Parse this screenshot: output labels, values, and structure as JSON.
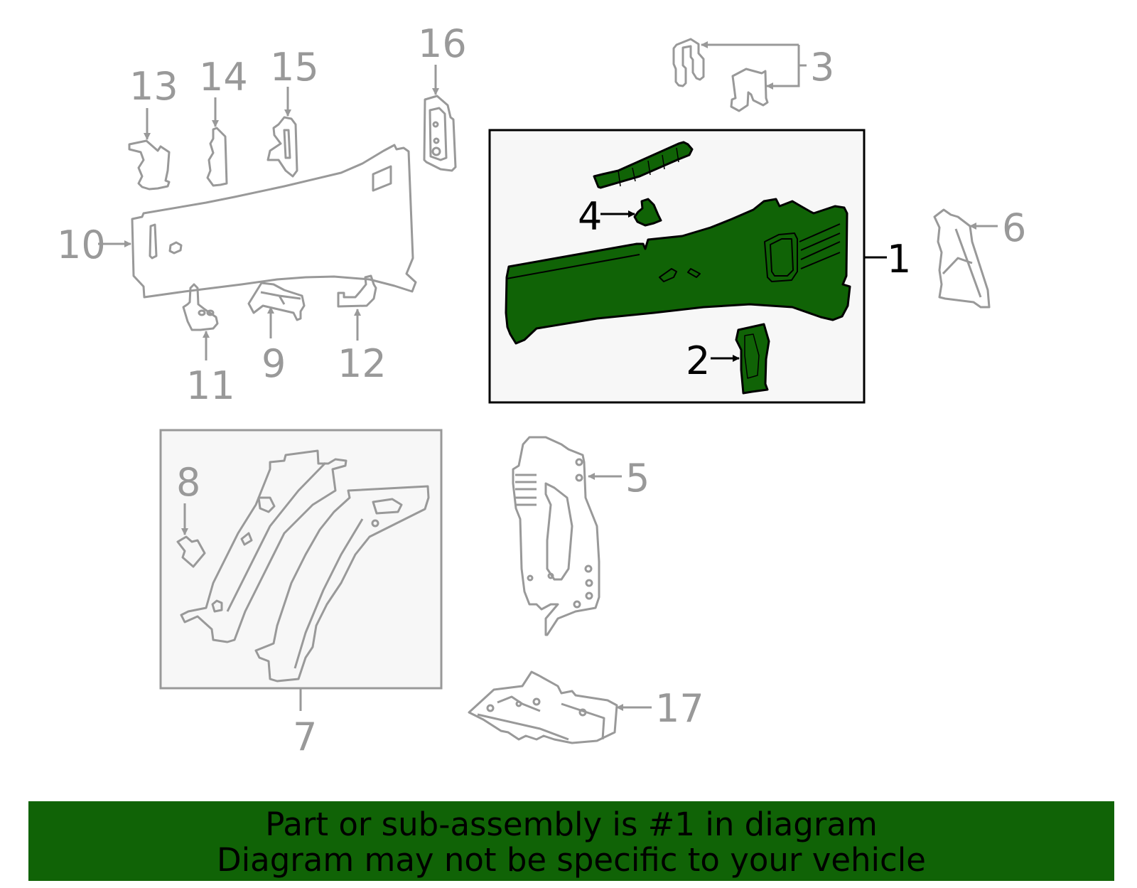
{
  "diagram": {
    "highlight_color": "#106306",
    "part_outline_color": "#999999",
    "highlighted_part_outline_color": "#000000",
    "assembly_box_fill": "#f7f7f7",
    "callouts": [
      {
        "id": "1",
        "label": "1",
        "highlighted": true
      },
      {
        "id": "2",
        "label": "2",
        "highlighted": true
      },
      {
        "id": "3",
        "label": "3",
        "highlighted": false
      },
      {
        "id": "4",
        "label": "4",
        "highlighted": true
      },
      {
        "id": "5",
        "label": "5",
        "highlighted": false
      },
      {
        "id": "6",
        "label": "6",
        "highlighted": false
      },
      {
        "id": "7",
        "label": "7",
        "highlighted": false
      },
      {
        "id": "8",
        "label": "8",
        "highlighted": false
      },
      {
        "id": "9",
        "label": "9",
        "highlighted": false
      },
      {
        "id": "10",
        "label": "10",
        "highlighted": false
      },
      {
        "id": "11",
        "label": "11",
        "highlighted": false
      },
      {
        "id": "12",
        "label": "12",
        "highlighted": false
      },
      {
        "id": "13",
        "label": "13",
        "highlighted": false
      },
      {
        "id": "14",
        "label": "14",
        "highlighted": false
      },
      {
        "id": "15",
        "label": "15",
        "highlighted": false
      },
      {
        "id": "16",
        "label": "16",
        "highlighted": false
      },
      {
        "id": "17",
        "label": "17",
        "highlighted": false
      }
    ]
  },
  "banner": {
    "line1": "Part or sub-assembly is #1 in diagram",
    "line2": "Diagram may not be specific to your vehicle",
    "background": "#106306"
  }
}
